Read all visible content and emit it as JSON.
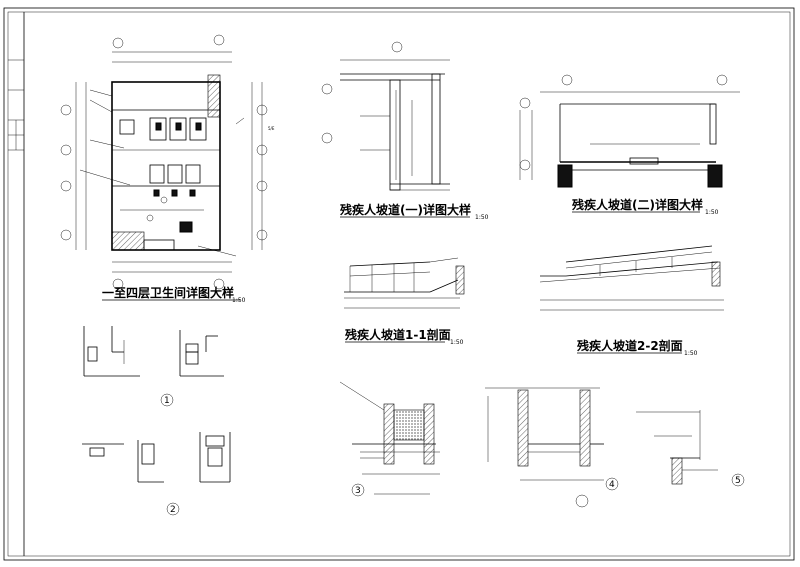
{
  "titles": {
    "toilet_plan": "一至四层卫生间详图大样",
    "ramp_1_plan": "残疾人坡道(一)详图大样",
    "ramp_2_plan": "残疾人坡道(二)详图大样",
    "ramp_1_section": "残疾人坡道1-1剖面",
    "ramp_2_section": "残疾人坡道2-2剖面"
  },
  "scales": {
    "toilet_plan": "1:50",
    "ramp_1_plan": "1:50",
    "ramp_2_plan": "1:50",
    "ramp_1_section": "1:50",
    "ramp_2_section": "1:50"
  },
  "detail_numbers": {
    "d1": "1",
    "d2": "2",
    "d3": "3",
    "d4": "4",
    "d5": "5"
  },
  "colors": {
    "line": "#000000",
    "background": "#ffffff"
  }
}
